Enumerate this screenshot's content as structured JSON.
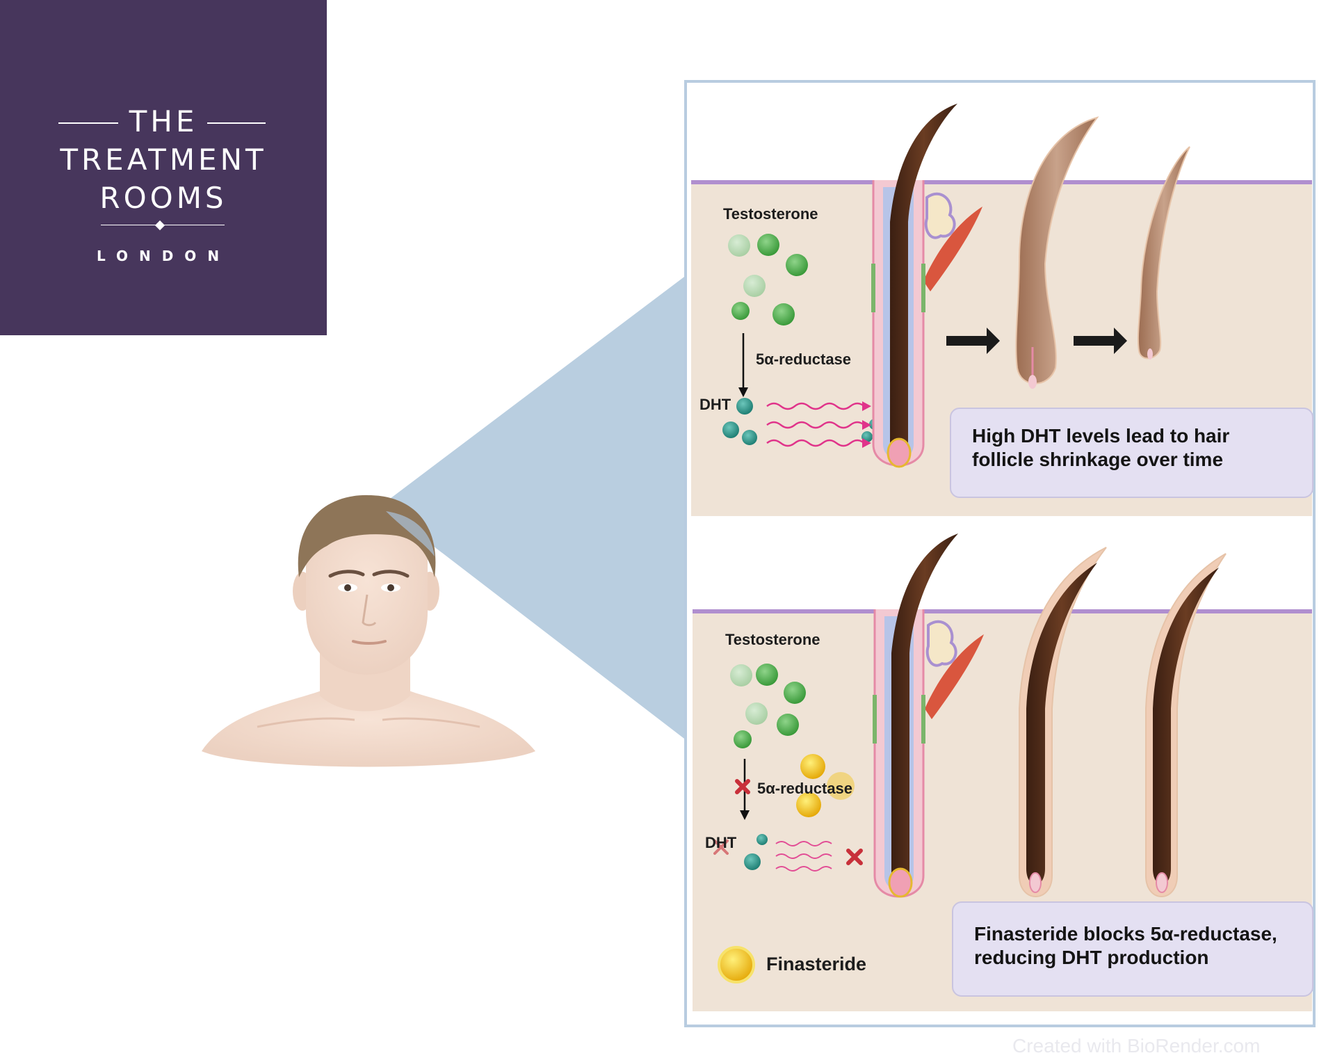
{
  "logo": {
    "line1": "THE",
    "line2": "TREATMENT",
    "line3": "ROOMS",
    "line4": "LONDON",
    "background": "#47365c"
  },
  "top_panel": {
    "testosterone_label": "Testosterone",
    "enzyme_label": "5α-reductase",
    "dht_label": "DHT",
    "caption": "High DHT levels lead to hair follicle shrinkage over time"
  },
  "bottom_panel": {
    "testosterone_label": "Testosterone",
    "enzyme_label": "5α-reductase",
    "dht_label": "DHT",
    "caption_bold": "Finasteride blocks",
    "caption_rest": " 5α-reductase, reducing DHT production",
    "legend_label": "Finasteride"
  },
  "credit": "Created with BioRender.com",
  "colors": {
    "beam": "#b9cee0",
    "skin_tissue": "#efe3d6",
    "caption_bg": "#e4e0f2",
    "testosterone": "#4cae4c",
    "dht": "#2a9a8c",
    "finasteride": "#f2c21a",
    "signal_arrow": "#e0338a",
    "block_x": "#c8303a"
  }
}
